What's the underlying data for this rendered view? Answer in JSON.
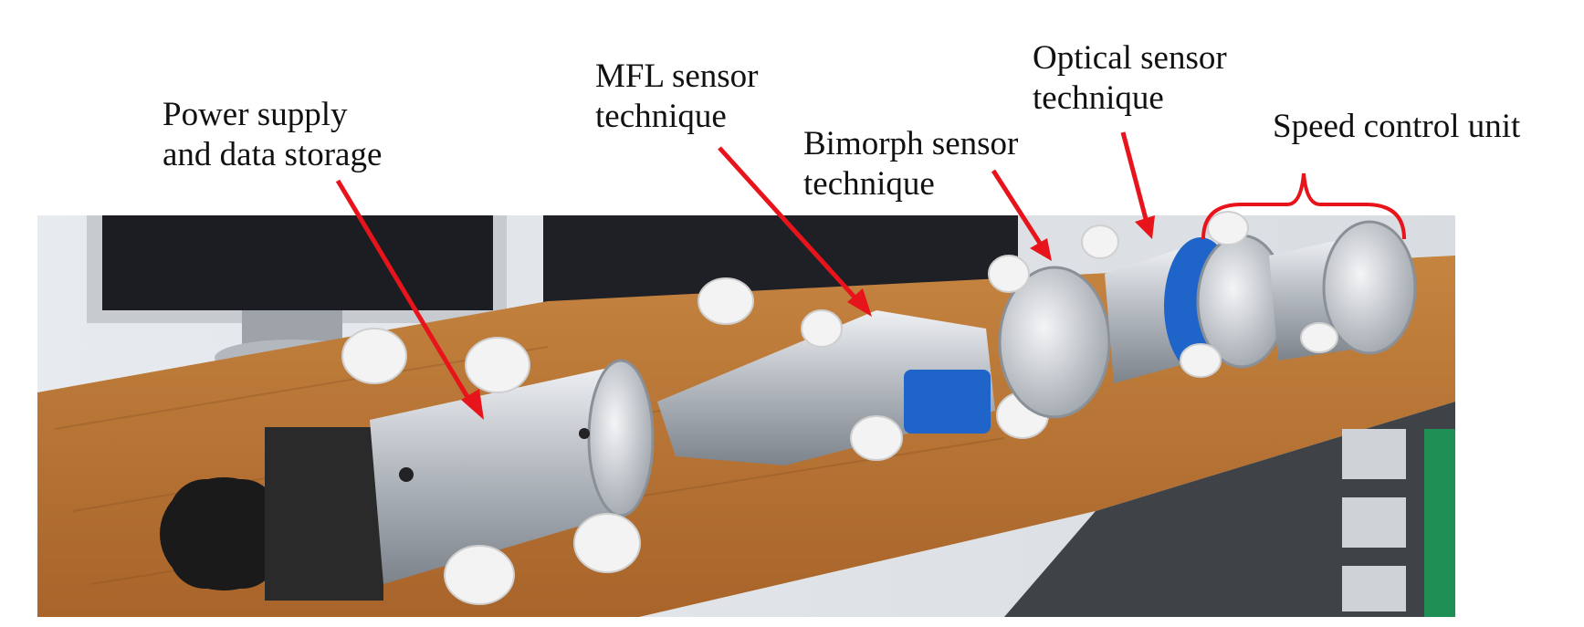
{
  "labels": {
    "power": [
      "Power supply",
      "and data storage"
    ],
    "mfl": [
      "MFL sensor",
      "technique"
    ],
    "bimorph": [
      "Bimorph sensor",
      "technique"
    ],
    "optical": [
      "Optical sensor",
      "technique"
    ],
    "speed": "Speed control unit"
  },
  "colors": {
    "arrow": "#e8141b",
    "table_wood": "#b8722e",
    "metal": "#c9cdd2",
    "monitor": "#1b1d22",
    "wheel": "#f2f2f2",
    "blue_part": "#1f64c8",
    "black_cap": "#1a1a1a"
  }
}
